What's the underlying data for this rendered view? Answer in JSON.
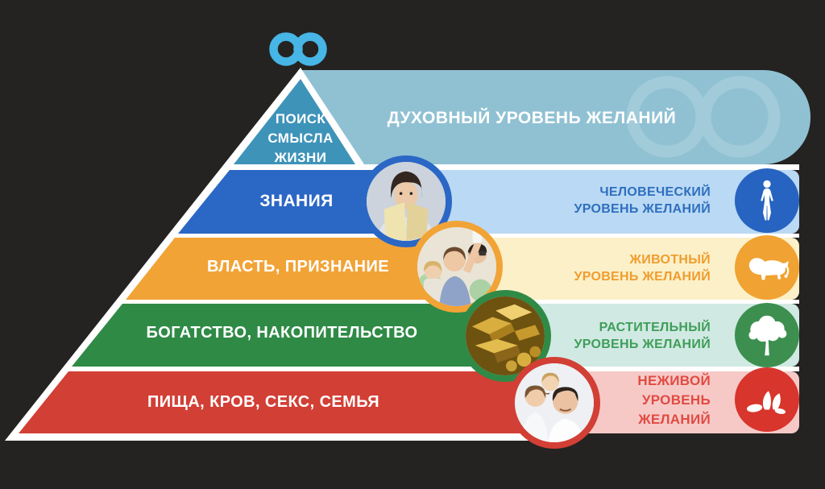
{
  "background": "#242322",
  "border_color": "#ffffff",
  "title_icon": {
    "name": "infinity",
    "color": "#47b5e6"
  },
  "pyramid": {
    "levels": [
      {
        "label": "ПОИСК СМЫСЛА ЖИЗНИ",
        "lines": [
          "ПОИСК",
          "СМЫСЛА",
          "ЖИЗНИ"
        ],
        "color": "#3e93b9",
        "band": {
          "label": "ДУХОВНЫЙ УРОВЕНЬ ЖЕЛАНИЙ",
          "bg": "#90c1d3",
          "text_color": "#ffffff",
          "watermark": "infinity",
          "watermark_color": "#a2cbda"
        }
      },
      {
        "label": "ЗНАНИЯ",
        "color": "#2b67c5",
        "photo": "man-reading-book",
        "band": {
          "lines": [
            "ЧЕЛОВЕЧЕСКИЙ",
            "УРОВЕНЬ ЖЕЛАНИЙ"
          ],
          "bg": "#bad9f4",
          "text_color": "#2e6fbe",
          "icon": "human",
          "icon_bg": "#2763c0"
        }
      },
      {
        "label": "ВЛАСТЬ, ПРИЗНАНИЕ",
        "color": "#f2a336",
        "photo": "friends-taking-selfie",
        "band": {
          "lines": [
            "ЖИВОТНЫЙ",
            "УРОВЕНЬ ЖЕЛАНИЙ"
          ],
          "bg": "#fcf0c8",
          "text_color": "#ef9d2e",
          "icon": "lion",
          "icon_bg": "#f0a232"
        }
      },
      {
        "label": "БОГАТСТВО, НАКОПИТЕЛЬСТВО",
        "color": "#2f8a46",
        "photo": "gold-bars",
        "band": {
          "lines": [
            "РАСТИТЕЛЬНЫЙ",
            "УРОВЕНЬ ЖЕЛАНИЙ"
          ],
          "bg": "#d0e9e3",
          "text_color": "#3f9e58",
          "icon": "tree",
          "icon_bg": "#3d8f4f"
        }
      },
      {
        "label": "ПИЩА, КРОВ, СЕКС, СЕМЬЯ",
        "color": "#d23f35",
        "photo": "family-parents-child",
        "band": {
          "lines": [
            "НЕЖИВОЙ",
            "УРОВЕНЬ",
            "ЖЕЛАНИЙ"
          ],
          "bg": "#f6c9c7",
          "text_color": "#e04b42",
          "icon": "stones",
          "icon_bg": "#d8352c"
        }
      }
    ]
  }
}
